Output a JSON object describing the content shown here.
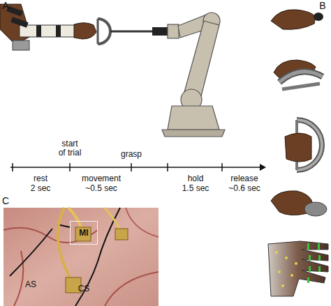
{
  "diagram": {
    "nodes": [
      {
        "text": [
          "MI"
        ]
      }
    ],
    "labels": [
      "A",
      "B",
      "start of trial",
      "grasp",
      "rest",
      "2 sec",
      "movement",
      "~0.5 sec",
      "hold",
      "1.5 sec",
      "release",
      "~0.6 sec",
      "C",
      "AS",
      "CS"
    ]
  }
}
